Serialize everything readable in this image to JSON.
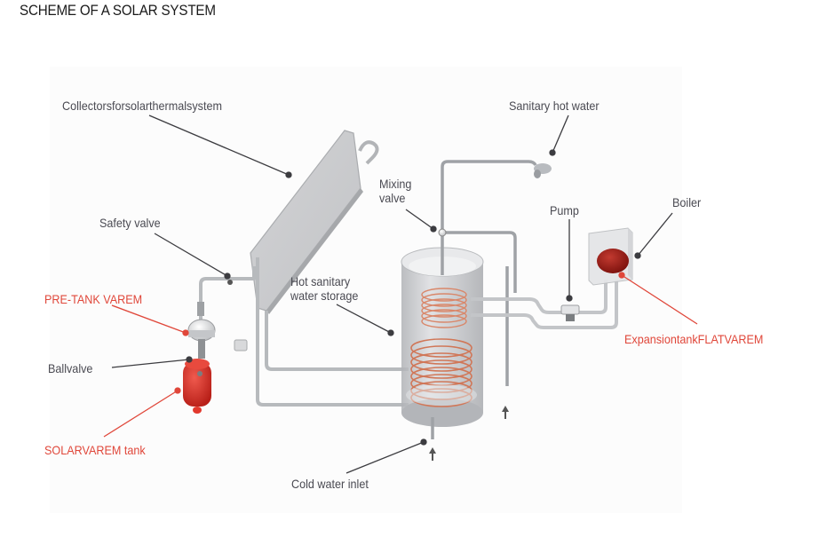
{
  "title": "SCHEME OF A SOLAR SYSTEM",
  "colors": {
    "label_dark": "#4a4a52",
    "label_red": "#e0473a",
    "leader_dark": "#3c3c40",
    "leader_red": "#e0473a",
    "pipe": "#b9bcc0",
    "copper_coil": "#d9876a",
    "tank_red": "#d8312a",
    "expansion_red": "#9e1a14",
    "panel_bg": "#fcfcfc"
  },
  "labels": {
    "collectors": "Collectorsforsolarthermalsystem",
    "sanitary_hot_water": "Sanitary hot water",
    "mixing_valve_1": "Mixing",
    "mixing_valve_2": "valve",
    "pump": "Pump",
    "boiler": "Boiler",
    "safety_valve": "Safety valve",
    "pre_tank": "PRE-TANK VAREM",
    "hot_storage_1": "Hot sanitary",
    "hot_storage_2": "water storage",
    "ballvalve": "Ballvalve",
    "expansion_tank": "ExpansiontankFLATVAREM",
    "solarvarem_tank": "SOLARVAREM tank",
    "cold_water_inlet": "Cold water inlet"
  },
  "components": [
    {
      "id": "solar-collector",
      "label_key": "collectors",
      "label_color": "dark"
    },
    {
      "id": "shower-head",
      "label_key": "sanitary_hot_water",
      "label_color": "dark"
    },
    {
      "id": "mixing-valve",
      "label_key": "mixing_valve",
      "label_color": "dark"
    },
    {
      "id": "pump",
      "label_key": "pump",
      "label_color": "dark"
    },
    {
      "id": "boiler",
      "label_key": "boiler",
      "label_color": "dark"
    },
    {
      "id": "safety-valve",
      "label_key": "safety_valve",
      "label_color": "dark"
    },
    {
      "id": "pre-tank",
      "label_key": "pre_tank",
      "label_color": "red"
    },
    {
      "id": "hot-water-storage",
      "label_key": "hot_storage",
      "label_color": "dark"
    },
    {
      "id": "ball-valve",
      "label_key": "ballvalve",
      "label_color": "dark"
    },
    {
      "id": "expansion-tank",
      "label_key": "expansion_tank",
      "label_color": "red"
    },
    {
      "id": "solarvarem-tank",
      "label_key": "solarvarem_tank",
      "label_color": "red"
    },
    {
      "id": "cold-water-inlet",
      "label_key": "cold_water_inlet",
      "label_color": "dark"
    }
  ],
  "flow_arrows": [
    "up",
    "up"
  ]
}
